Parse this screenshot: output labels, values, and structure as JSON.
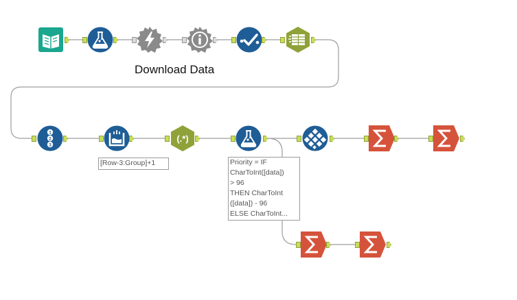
{
  "container": {
    "label": "Download Data"
  },
  "annotations": {
    "formula_group": "[Row-3:Group]+1",
    "formula_priority": "Priority = IF\nCharToInt([data])\n> 96\nTHEN CharToInt\n([data]) - 96\nELSE CharToInt..."
  },
  "tools": [
    {
      "id": "input",
      "icon": "book-icon",
      "color": "#1aa68f"
    },
    {
      "id": "formula-1",
      "icon": "flask-icon",
      "color": "#1f5d96"
    },
    {
      "id": "action",
      "icon": "lightning-icon",
      "color": "#8a8a8a"
    },
    {
      "id": "message",
      "icon": "info-icon",
      "color": "#8a8a8a"
    },
    {
      "id": "verify",
      "icon": "checkmark-icon",
      "color": "#1f5d96"
    },
    {
      "id": "text-to-columns",
      "icon": "table-icon",
      "color": "#8fa23a"
    },
    {
      "id": "record-id",
      "icon": "numbered-list-icon",
      "color": "#1f5d96"
    },
    {
      "id": "multi-row-formula",
      "icon": "multirow-icon",
      "color": "#1f5d96"
    },
    {
      "id": "regex",
      "icon": "regex-icon",
      "color": "#8fa23a"
    },
    {
      "id": "formula-2",
      "icon": "flask-icon",
      "color": "#1f5d96"
    },
    {
      "id": "unique",
      "icon": "diamond-grid-icon",
      "color": "#1f5d96"
    },
    {
      "id": "summarize-1",
      "icon": "sigma-icon",
      "color": "#d6533b"
    },
    {
      "id": "summarize-2",
      "icon": "sigma-icon",
      "color": "#d6533b"
    },
    {
      "id": "summarize-3",
      "icon": "sigma-icon",
      "color": "#d6533b"
    },
    {
      "id": "summarize-4",
      "icon": "sigma-icon",
      "color": "#d6533b"
    }
  ]
}
